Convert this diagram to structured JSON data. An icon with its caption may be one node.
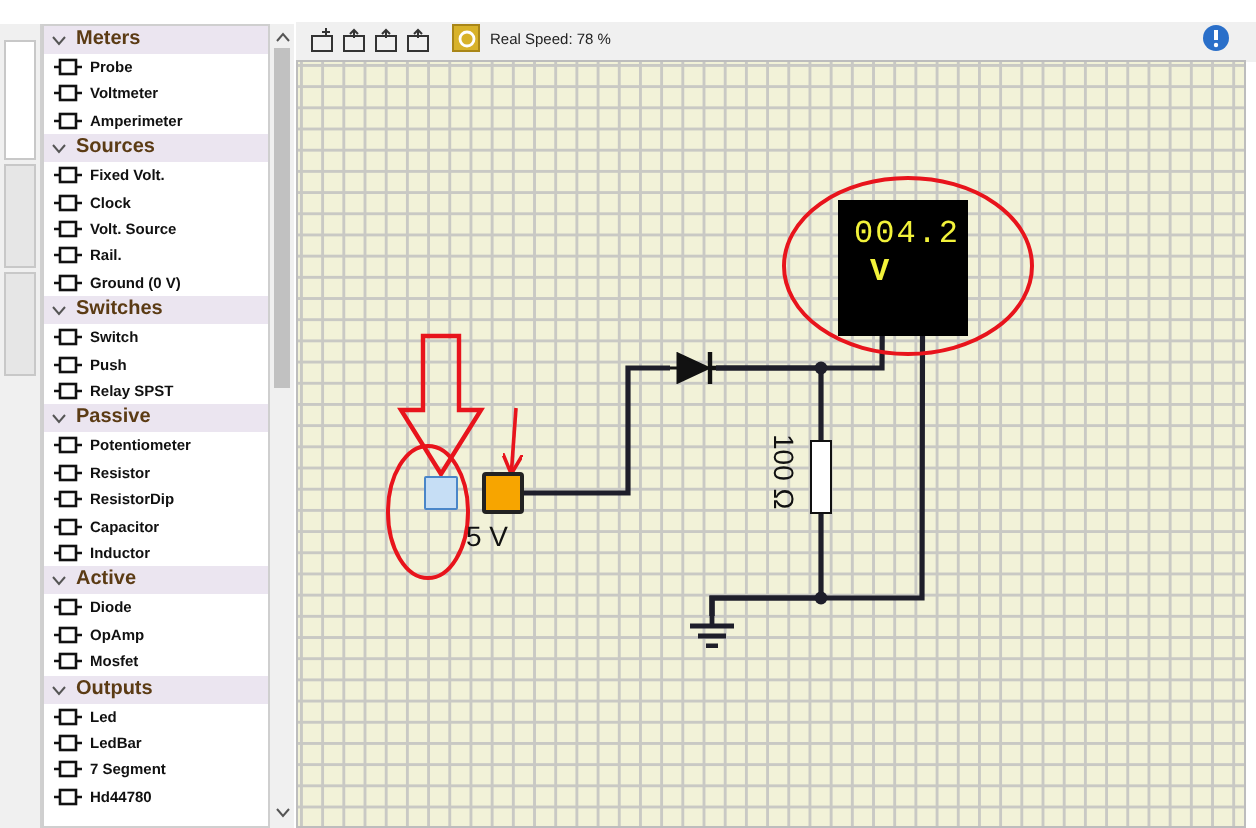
{
  "diagram": {
    "nodes": [
      {
        "text": [],
        "shape": "box"
      },
      {
        "text": [],
        "shape": "box",
        "beside": [
          "5 V"
        ]
      },
      {
        "text": [],
        "shape": "diode"
      },
      {
        "text": [],
        "shape": "box",
        "beside": [
          "100 Ω"
        ]
      },
      {
        "text": [],
        "shape": "ground"
      },
      {
        "text": [
          "004.2",
          "V"
        ]
      }
    ],
    "edges": [
      {
        "from": 1,
        "to": 2,
        "arrow": "none"
      },
      {
        "from": 2,
        "to": 3,
        "arrow": "none"
      },
      {
        "from": 2,
        "to": 5,
        "arrow": "none"
      },
      {
        "from": 3,
        "to": 4,
        "arrow": "none"
      },
      {
        "from": 5,
        "to": 4,
        "arrow": "none"
      },
      {
        "from": null,
        "to": 0,
        "arrow": "to",
        "style": "thick",
        "color": "#e8141c"
      },
      {
        "from": null,
        "to": 1,
        "arrow": "to",
        "color": "#e8141c"
      }
    ],
    "labels": [
      "Meters",
      "Probe",
      "Voltmeter",
      "Amperimeter",
      "Sources",
      "Fixed Volt.",
      "Clock",
      "Volt. Source",
      "Rail.",
      "Ground (0 V)",
      "Switches",
      "Switch",
      "Push",
      "Relay SPST",
      "Passive",
      "Potentiometer",
      "Resistor",
      "ResistorDip",
      "Capacitor",
      "Inductor",
      "Active",
      "Diode",
      "OpAmp",
      "Mosfet",
      "Outputs",
      "Led",
      "LedBar",
      "7 Segment",
      "Hd44780",
      "Real Speed: 78 %"
    ]
  }
}
